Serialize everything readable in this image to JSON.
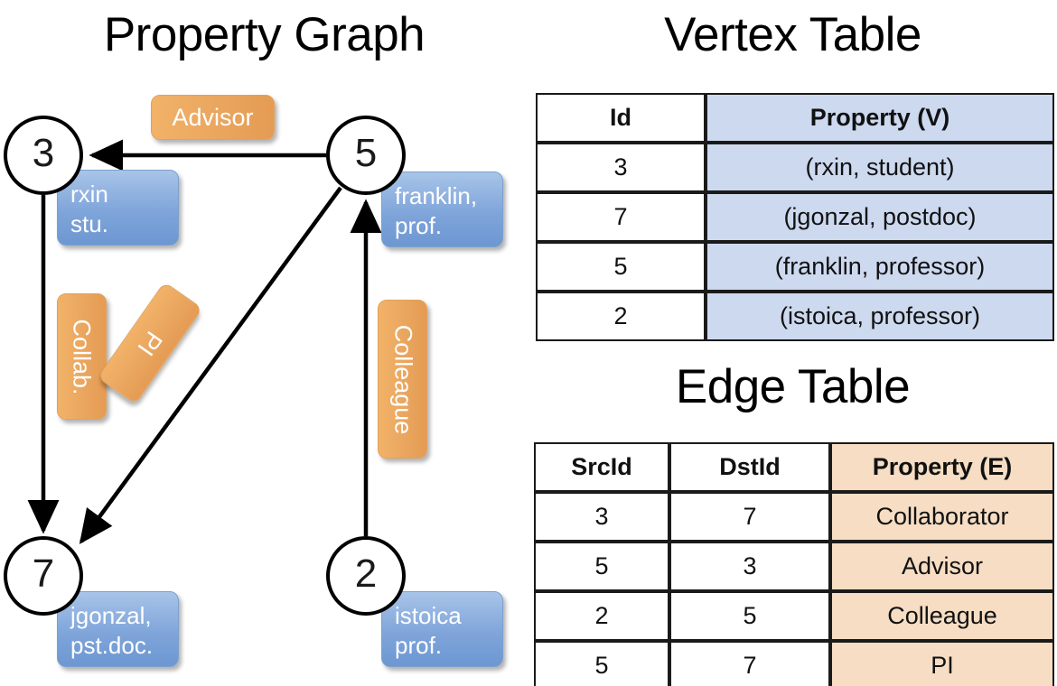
{
  "titles": {
    "graph": "Property Graph",
    "vertex_table": "Vertex Table",
    "edge_table": "Edge Table"
  },
  "graph": {
    "nodes": [
      {
        "id": "3",
        "property_lines": [
          "rxin",
          "stu."
        ]
      },
      {
        "id": "5",
        "property_lines": [
          "franklin,",
          "prof."
        ]
      },
      {
        "id": "7",
        "property_lines": [
          "jgonzal,",
          "pst.doc."
        ]
      },
      {
        "id": "2",
        "property_lines": [
          "istoica",
          "prof."
        ]
      }
    ],
    "edge_labels": [
      {
        "name": "advisor-label",
        "text": "Advisor"
      },
      {
        "name": "collab-label",
        "text": "Collab."
      },
      {
        "name": "pi-label",
        "text": "PI"
      },
      {
        "name": "colleague-label",
        "text": "Colleague"
      }
    ],
    "edges": [
      {
        "from": "5",
        "to": "3",
        "label": "Advisor"
      },
      {
        "from": "3",
        "to": "7",
        "label": "Collab."
      },
      {
        "from": "5",
        "to": "7",
        "label": "PI"
      },
      {
        "from": "2",
        "to": "5",
        "label": "Colleague"
      }
    ]
  },
  "vertex_table": {
    "headers": [
      "Id",
      "Property (V)"
    ],
    "rows": [
      {
        "id": "3",
        "property": "(rxin, student)"
      },
      {
        "id": "7",
        "property": "(jgonzal, postdoc)"
      },
      {
        "id": "5",
        "property": "(franklin, professor)"
      },
      {
        "id": "2",
        "property": "(istoica, professor)"
      }
    ]
  },
  "edge_table": {
    "headers": [
      "SrcId",
      "DstId",
      "Property (E)"
    ],
    "rows": [
      {
        "src": "3",
        "dst": "7",
        "property": "Collaborator"
      },
      {
        "src": "5",
        "dst": "3",
        "property": "Advisor"
      },
      {
        "src": "2",
        "dst": "5",
        "property": "Colleague"
      },
      {
        "src": "5",
        "dst": "7",
        "property": "PI"
      }
    ]
  },
  "colors": {
    "vertex_property_fill": "#ccd9ef",
    "edge_property_fill": "#f6ddc3",
    "node_box_blue": "#7fa5da",
    "edge_label_orange": "#eaa760",
    "stroke": "#000000",
    "background": "#ffffff"
  }
}
